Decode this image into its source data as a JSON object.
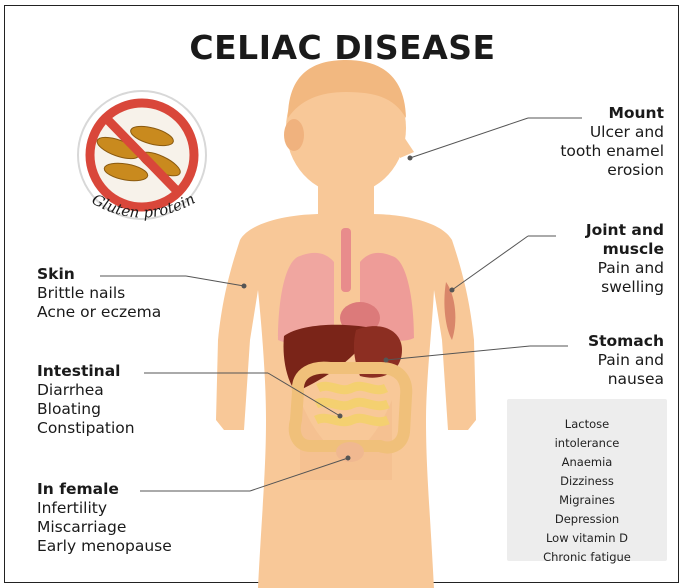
{
  "title": "CELIAC DISEASE",
  "badge": {
    "label": "Gluten protein",
    "icon": "no-gluten-icon"
  },
  "callouts": {
    "mouth": {
      "head": "Mount",
      "lines": [
        "Ulcer and",
        "tooth enamel",
        "erosion"
      ]
    },
    "joint": {
      "head": "Joint and",
      "head2": "muscle",
      "lines": [
        "Pain and",
        "swelling"
      ]
    },
    "stomach": {
      "head": "Stomach",
      "lines": [
        "Pain and",
        "nausea"
      ]
    },
    "skin": {
      "head": "Skin",
      "lines": [
        "Brittle nails",
        "Acne or eczema"
      ]
    },
    "intestinal": {
      "head": "Intestinal",
      "lines": [
        "Diarrhea",
        "Bloating",
        "Constipation"
      ]
    },
    "female": {
      "head": "In female",
      "lines": [
        "Infertility",
        "Miscarriage",
        "Early menopause"
      ]
    }
  },
  "other_symptoms": [
    "Lactose",
    "intolerance",
    "Anaemia",
    "Dizziness",
    "Migraines",
    "Depression",
    "Low vitamin D",
    "Chronic fatigue"
  ],
  "colors": {
    "skin": "#f8c898",
    "skin_dark": "#e8a878",
    "lungs": "#f0a0a0",
    "liver": "#7a2418",
    "intestine": "#f4d070",
    "ban_red": "#d9473a"
  }
}
